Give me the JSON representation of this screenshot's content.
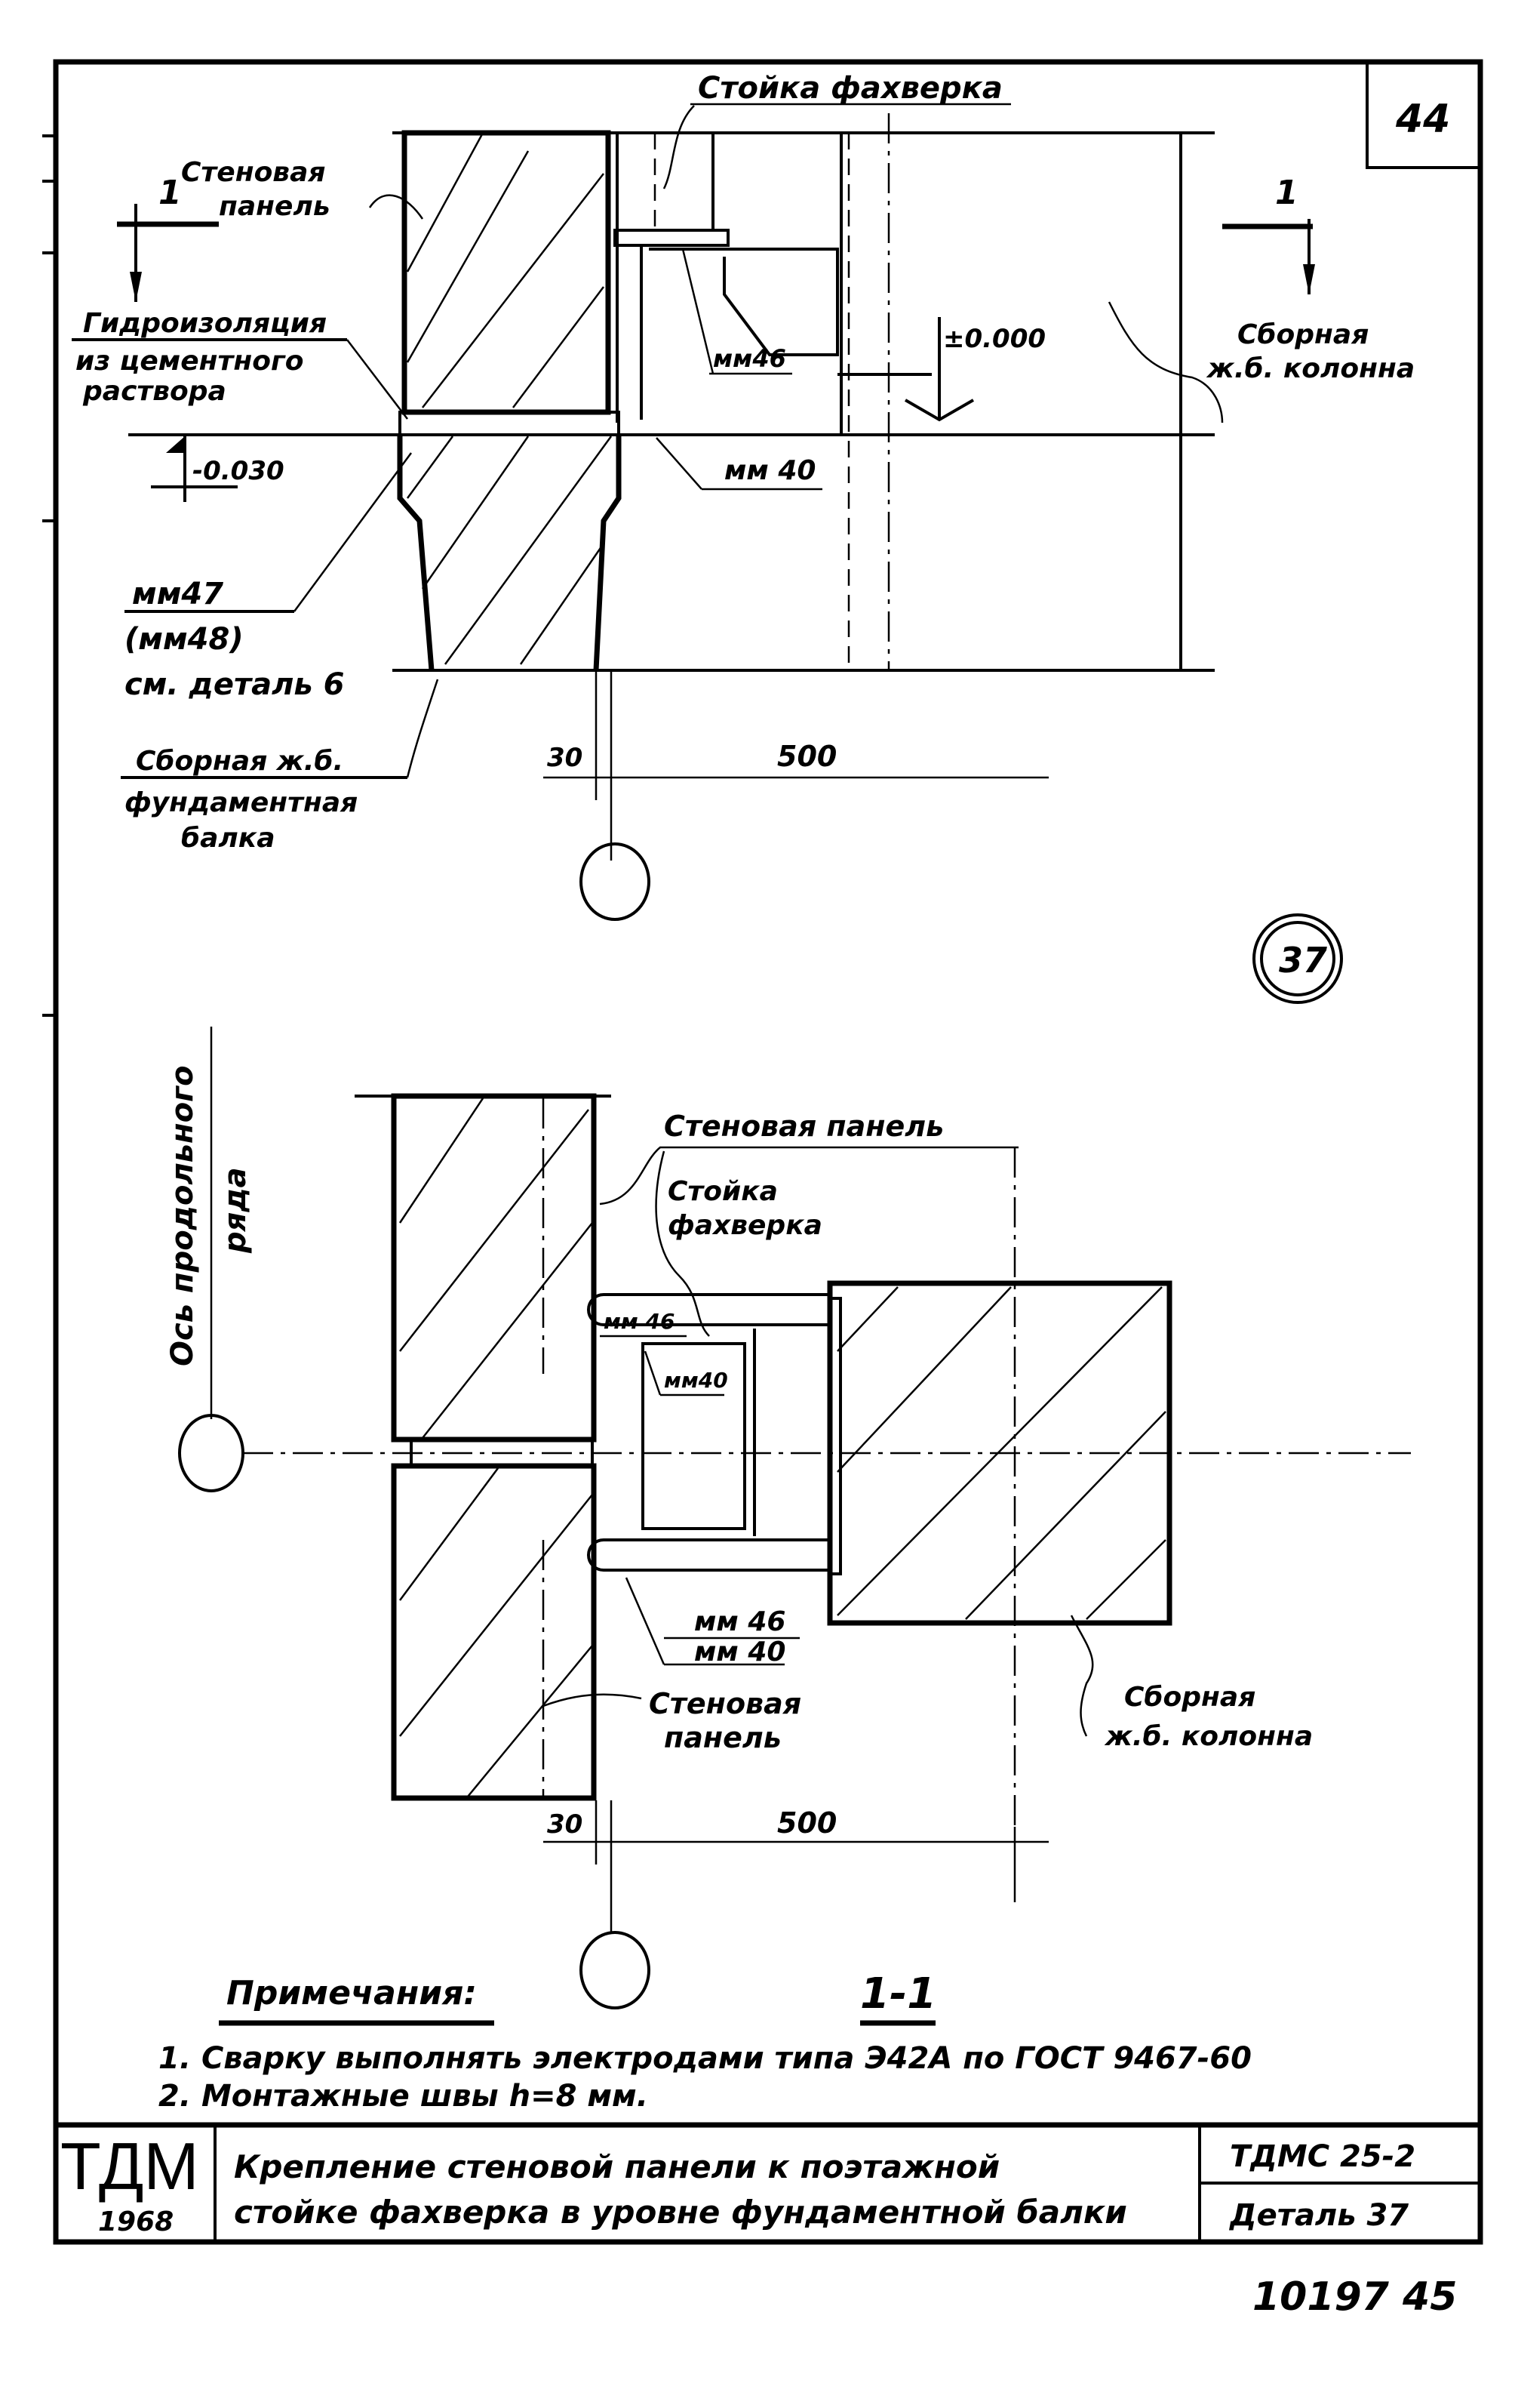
{
  "sheet_number": "44",
  "detail_marker": "37",
  "section_marker": "1",
  "top_view": {
    "labels": {
      "stoika": "Стойка фахверка",
      "panel_line1": "Стеновая",
      "panel_line2": "панель",
      "hydro_line1": "Гидроизоляция",
      "hydro_line2": "из цементного",
      "hydro_line3": "раствора",
      "mm46": "мм46",
      "mm40": "мм 40",
      "elev_zero": "±0.000",
      "elev_minus": "-0.030",
      "column_line1": "Сборная",
      "column_line2": "ж.б. колонна",
      "mm47_line1": "мм47",
      "mm47_line2": "(мм48)",
      "mm47_line3": "см. деталь 6",
      "beam_line1": "Сборная ж.б.",
      "beam_line2": "фундаментная",
      "beam_line3": "балка"
    },
    "dims": {
      "a": "30",
      "b": "500"
    }
  },
  "bottom_view": {
    "labels": {
      "axis_line1": "Ось продольного",
      "axis_line2": "ряда",
      "panel_top": "Стеновая панель",
      "stoika_line1": "Стойка",
      "stoika_line2": "фахверка",
      "mm46_top": "мм 46",
      "mm40_top": "мм40",
      "mm46_bot": "мм 46",
      "mm40_bot": "мм 40",
      "panel_bot_line1": "Стеновая",
      "panel_bot_line2": "панель",
      "column_line1": "Сборная",
      "column_line2": "ж.б. колонна"
    },
    "dims": {
      "a": "30",
      "b": "500"
    },
    "section_title": "1-1"
  },
  "notes": {
    "heading": "Примечания:",
    "items": [
      "1.  Сварку  выполнять  электродами  типа  Э42А по ГОСТ 9467-60",
      "2.  Монтажные  швы  h=8 мм."
    ]
  },
  "title_block": {
    "logo": "ТДМ",
    "year": "1968",
    "title_line1": "Крепление  стеновой  панели  к  поэтажной",
    "title_line2": "стойке  фахверка  в  уровне  фундаментной  балки",
    "code": "ТДМС 25-2",
    "detail": "Деталь 37"
  },
  "inventory_number": "10197 45"
}
